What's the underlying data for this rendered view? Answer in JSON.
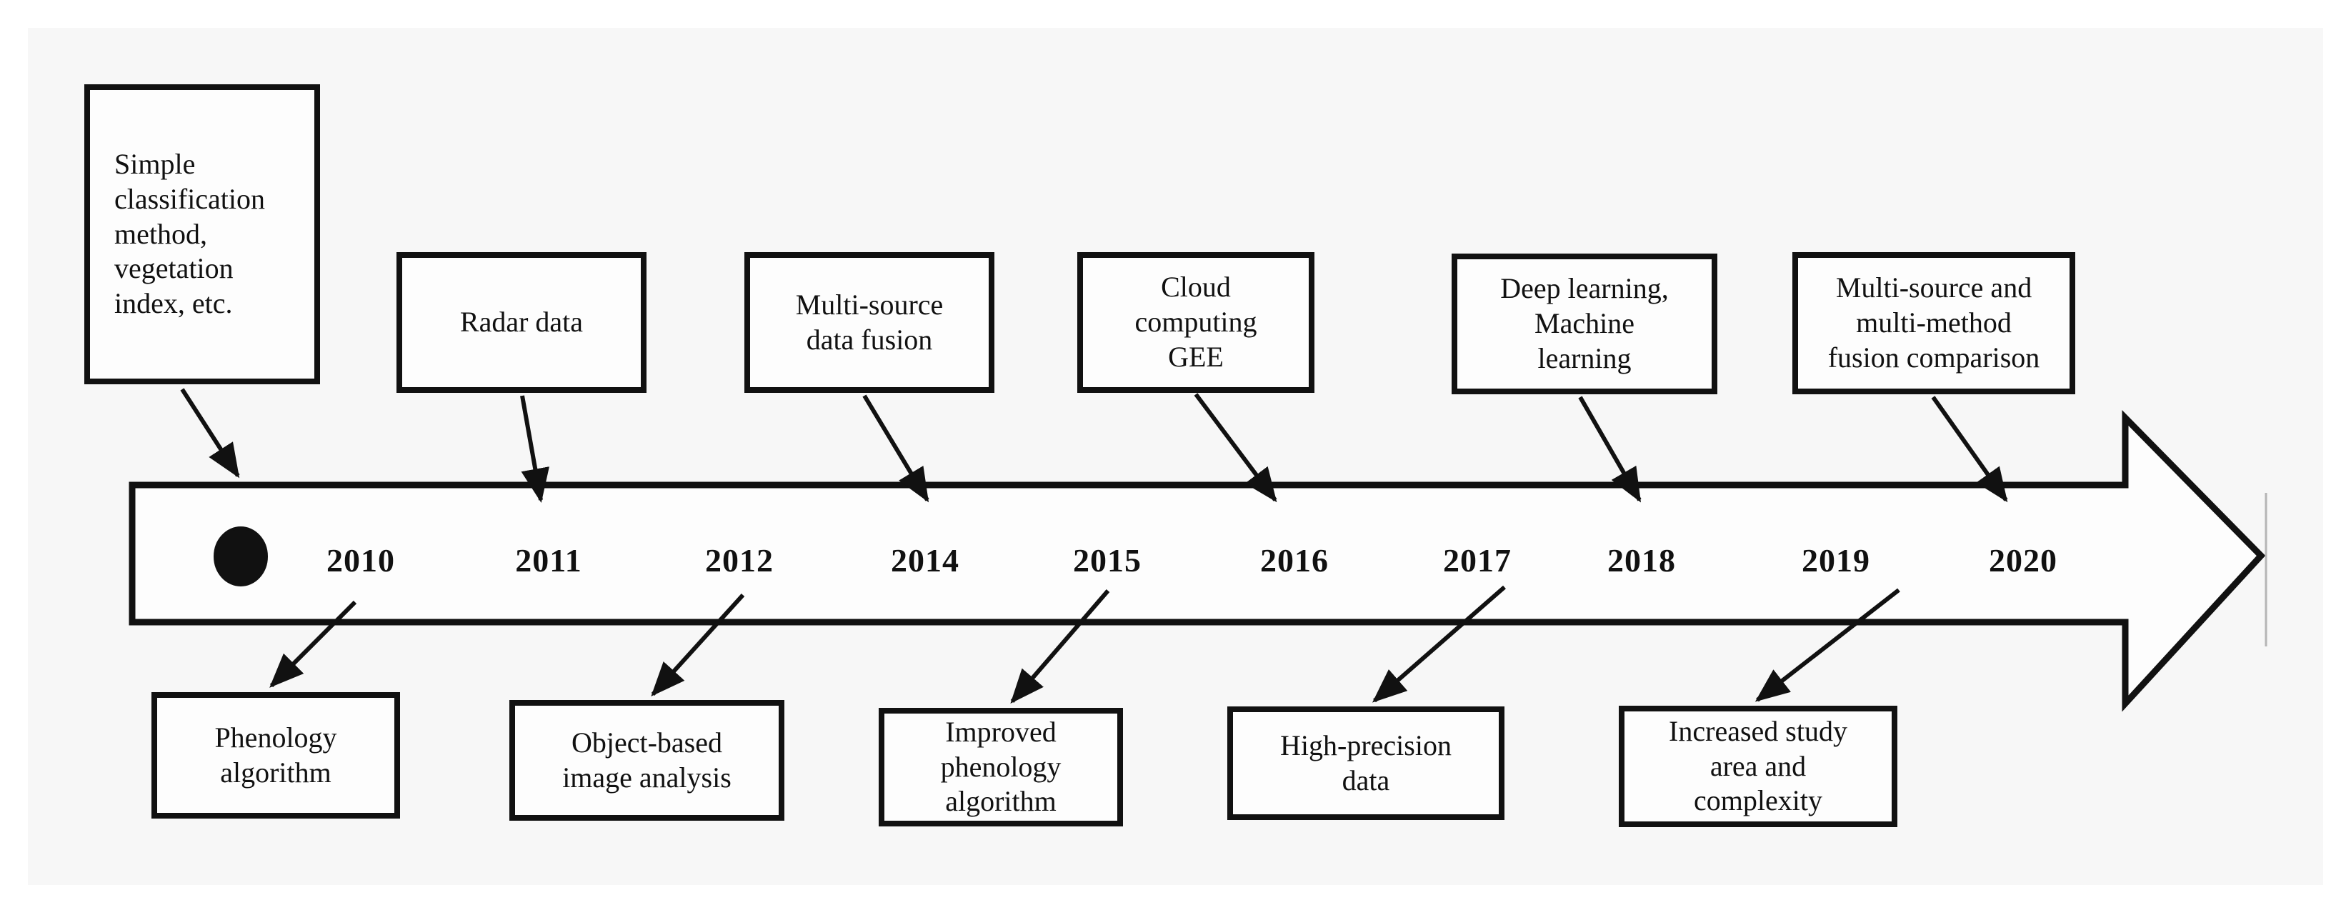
{
  "figure": {
    "description": "Timeline of remote-sensing research methods from 2010 to 2020 drawn as a large right-pointing hollow arrow with event boxes above and below",
    "start_marker": "filled-dot"
  },
  "colors": {
    "page_background": "#ffffff",
    "panel_background": "#f7f7f7",
    "ink": "#111111",
    "shape_fill": "#fdfdfd",
    "faint_tick": "#b5b5b5"
  },
  "timeline": {
    "years": [
      "2010",
      "2011",
      "2012",
      "2014",
      "2015",
      "2016",
      "2017",
      "2018",
      "2019",
      "2020"
    ]
  },
  "events_above": [
    {
      "label": "Simple\nclassification\nmethod,\nvegetation\nindex, etc.",
      "points_to": "start"
    },
    {
      "label": "Radar data",
      "points_to": "2011"
    },
    {
      "label": "Multi-source\ndata fusion",
      "points_to": "2014"
    },
    {
      "label": "Cloud\ncomputing\nGEE",
      "points_to": "2016"
    },
    {
      "label": "Deep learning,\nMachine\nlearning",
      "points_to": "2018"
    },
    {
      "label": "Multi-source and\nmulti-method\nfusion comparison",
      "points_to": "2020"
    }
  ],
  "events_below": [
    {
      "label": "Phenology\nalgorithm",
      "points_to": "2010"
    },
    {
      "label": "Object-based\nimage analysis",
      "points_to": "2012"
    },
    {
      "label": "Improved\nphenology\nalgorithm",
      "points_to": "2015"
    },
    {
      "label": "High-precision\ndata",
      "points_to": "2017"
    },
    {
      "label": "Increased study\narea and\ncomplexity",
      "points_to": "2019"
    }
  ]
}
